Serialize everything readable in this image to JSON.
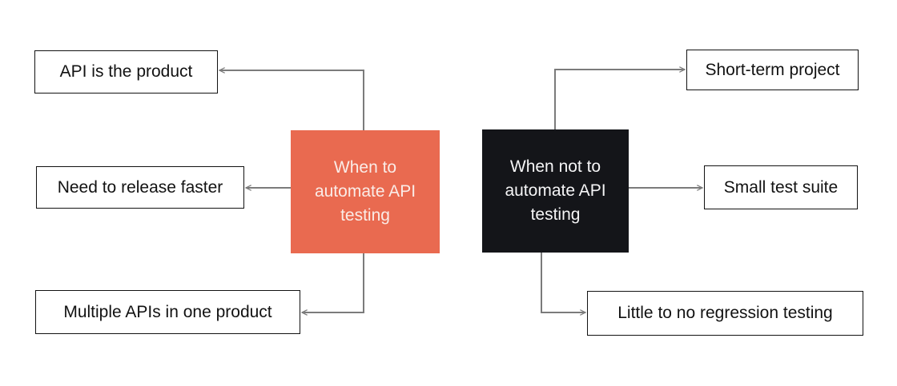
{
  "diagram": {
    "background_color": "#ffffff",
    "connector_color": "#7b7b7b",
    "branch_border_color": "#121212",
    "branch_text_color": "#121212",
    "when": {
      "label": "When to\nautomate API\ntesting",
      "bg": "#e96a50",
      "text_color": "#faece7",
      "branches": [
        "API is the product",
        "Need to release faster",
        "Multiple APIs in one product"
      ]
    },
    "when_not": {
      "label": "When not to\nautomate API\ntesting",
      "bg": "#141519",
      "text_color": "#f5f5f6",
      "branches": [
        "Short-term project",
        "Small test suite",
        "Little to no regression testing"
      ]
    }
  }
}
